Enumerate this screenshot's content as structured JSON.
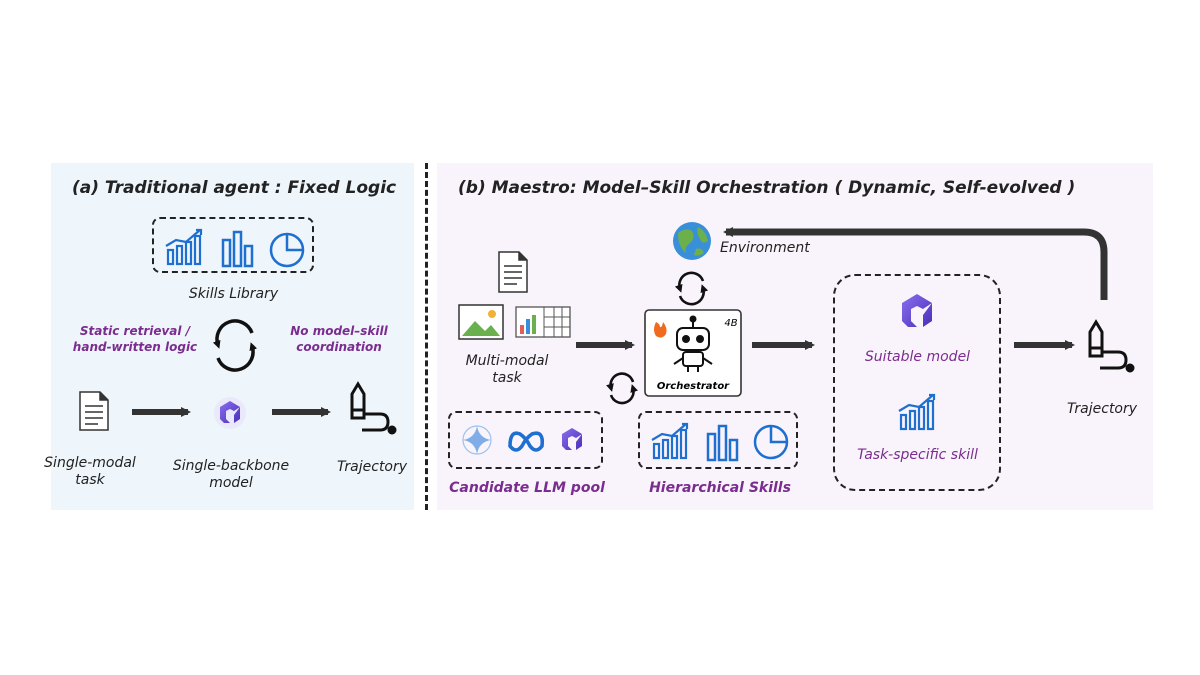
{
  "panel_a": {
    "title": "(a) Traditional agent : Fixed Logic",
    "skills_library": "Skills Library",
    "static_retrieval": [
      "Static retrieval /",
      "hand-written logic"
    ],
    "no_coordination": [
      "No model–skill",
      "coordination"
    ],
    "task": [
      "Single-modal",
      "task"
    ],
    "model": [
      "Single-backbone",
      "model"
    ],
    "trajectory": "Trajectory"
  },
  "panel_b": {
    "title": "(b)  Maestro: Model–Skill Orchestration ( Dynamic, Self-evolved )",
    "environment": "Environment",
    "task": [
      "Multi-modal",
      "task"
    ],
    "orchestrator": "Orchestrator",
    "orchestrator_badge": "4B",
    "candidate_pool": "Candidate LLM pool",
    "hierarchical_skills": "Hierarchical Skills",
    "suitable_model": "Suitable model",
    "task_specific_skill": "Task-specific skill",
    "trajectory": "Trajectory"
  },
  "colors": {
    "accent_purple": "#7b2c8f",
    "icon_blue": "#1f6fd0",
    "model_purple": "#6a4fd6"
  }
}
